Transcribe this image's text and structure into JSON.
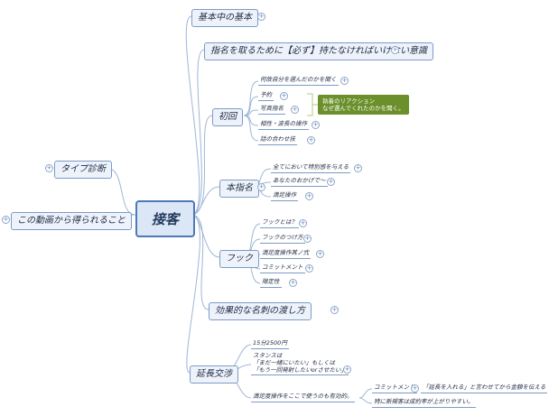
{
  "root": {
    "label": "接客"
  },
  "left_branches": [
    {
      "label": "タイプ診断"
    },
    {
      "label": "この動画から得られること"
    }
  ],
  "branches": {
    "basics": {
      "label": "基本中の基本"
    },
    "mindset": {
      "label": "指名を取るために【必ず】持たなければいけない意識"
    },
    "first_visit": {
      "label": "初回",
      "children": [
        "何故自分を選んだのかを聞く",
        "予約",
        "写真指名",
        "相性・波長の操作",
        "話の合わせ技"
      ],
      "note": [
        "執着のリアクション",
        "なぜ選んでくれたのかを聞く。"
      ]
    },
    "honshimei": {
      "label": "本指名",
      "children": [
        "全てにおいて特別感を与える",
        "あなたのおかげで〜",
        "満足操作"
      ]
    },
    "hook": {
      "label": "フック",
      "children": [
        "フックとは？",
        "フックのつけ方",
        "満足度操作其ノ弐",
        "コミットメント",
        "限定性"
      ]
    },
    "cards": {
      "label": "効果的な名刺の渡し方"
    },
    "extension": {
      "label": "延長交渉",
      "children": [
        "15分2500円",
        "スタンスは",
        "「まだ一緒にいたい」もしくは",
        "「もう一回発射したいorさせたい」",
        "満足度操作をここで使うのも有効的。"
      ],
      "sub": {
        "commitment": "コミットメント",
        "commitment_detail": "「延長を入れる」と言わせてから金額を伝える",
        "newcomer": "特に新規客は成約率が上がりやすい。"
      }
    }
  },
  "colors": {
    "line": "#9fb6d6",
    "note_bg": "#6b8f2a",
    "root_border": "#4e79b6"
  }
}
